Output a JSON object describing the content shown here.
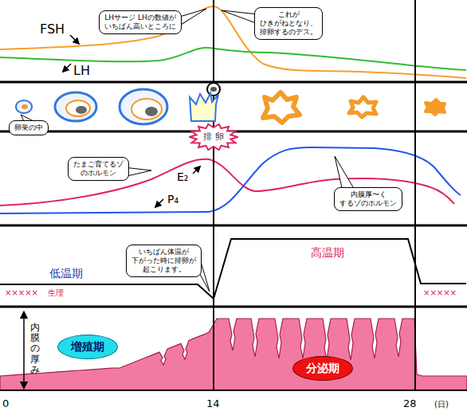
{
  "diagram": {
    "nodes": [
      {
        "text": [
          "LHサージ LHの数値が いちばん高いところに"
        ]
      },
      {
        "text": [
          "これが ひきがねとなり、 排卵するのデス。"
        ]
      },
      {
        "text": [
          "卵巣の中"
        ]
      },
      {
        "text": [
          "排 卵"
        ]
      },
      {
        "text": [
          "たまご育てるゾ のホルモン"
        ]
      },
      {
        "text": [
          "内膜厚〜く するゾのホルモン"
        ]
      },
      {
        "text": [
          "いちばん体温が 下がった時に排卵が 起こります。"
        ]
      },
      {
        "text": [
          "増殖期"
        ]
      },
      {
        "text": [
          "分泌期"
        ]
      }
    ],
    "labels": [
      "FSH",
      "LH",
      "E₂",
      "P₄",
      "高温期",
      "低温期",
      "×××××",
      "生理",
      "×××××",
      "内膜の厚み",
      "0",
      "14",
      "28",
      "(日)"
    ]
  }
}
